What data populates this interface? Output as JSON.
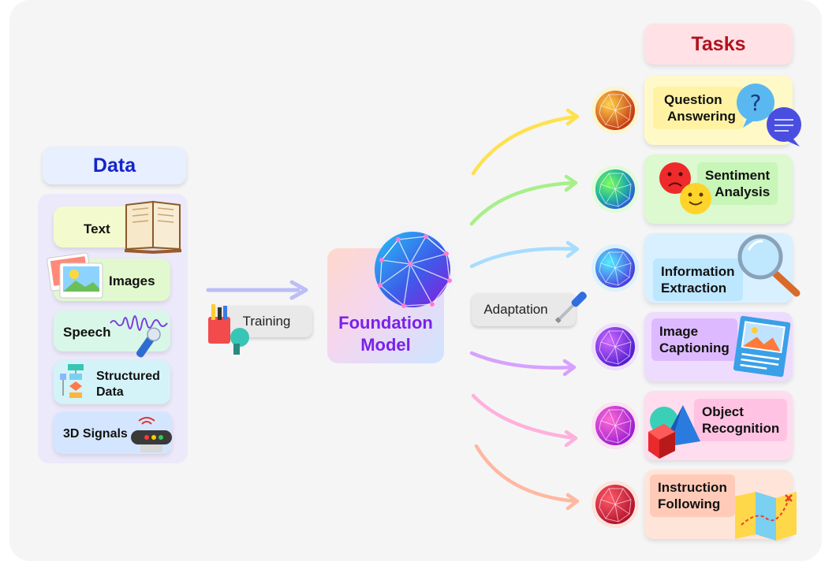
{
  "data_section": {
    "title": "Data",
    "items": [
      {
        "label": "Text",
        "icon": "book-icon"
      },
      {
        "label": "Images",
        "icon": "photos-icon"
      },
      {
        "label": "Speech",
        "icon": "microphone-icon"
      },
      {
        "label": "Structured Data",
        "line1": "Structured",
        "line2": "Data",
        "icon": "flowchart-icon"
      },
      {
        "label": "3D Signals",
        "icon": "sensor-icon"
      }
    ]
  },
  "training": {
    "label": "Training",
    "icon": "tools-icon"
  },
  "foundation_model": {
    "line1": "Foundation",
    "line2": "Model",
    "icon": "neural-sphere-icon"
  },
  "adaptation": {
    "label": "Adaptation",
    "icon": "screwdriver-icon"
  },
  "tasks_section": {
    "title": "Tasks",
    "items": [
      {
        "line1": "Question",
        "line2": "Answering",
        "icon": "question-bubble-icon"
      },
      {
        "line1": "Sentiment",
        "line2": "Analysis",
        "icon": "emoji-faces-icon"
      },
      {
        "line1": "Information",
        "line2": "Extraction",
        "icon": "magnifier-icon"
      },
      {
        "line1": "Image",
        "line2": "Captioning",
        "icon": "picture-document-icon"
      },
      {
        "line1": "Object",
        "line2": "Recognition",
        "icon": "3d-shapes-icon"
      },
      {
        "line1": "Instruction",
        "line2": "Following",
        "icon": "map-icon"
      }
    ]
  },
  "colors": {
    "data_title": "#1525c8",
    "tasks_title": "#b0121d",
    "foundation_text": "#7a22e8",
    "arrows": [
      "#ffe14d",
      "#a8ef8a",
      "#a8dcff",
      "#d7a1ff",
      "#ffb0dc",
      "#ffb8a0"
    ]
  }
}
